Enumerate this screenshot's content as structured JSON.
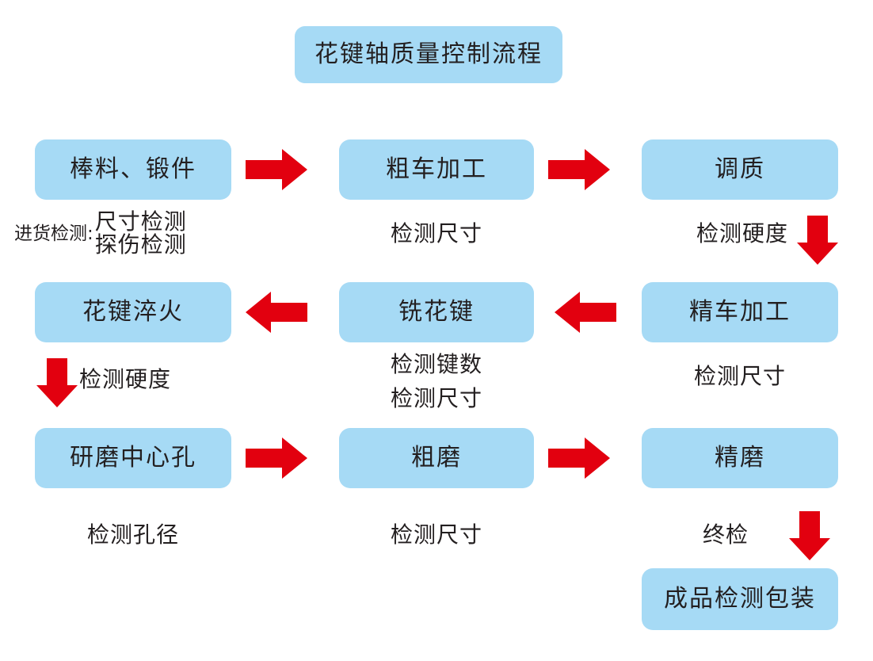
{
  "diagram": {
    "title": "花键轴质量控制流程",
    "background_color": "#ffffff",
    "node_color": "#a6daf5",
    "arrow_color": "#e2000f",
    "text_color": "#231f20"
  },
  "nodes": [
    {
      "id": "raw",
      "label": "棒料、锻件"
    },
    {
      "id": "rough-turn",
      "label": "粗车加工"
    },
    {
      "id": "temper",
      "label": "调质"
    },
    {
      "id": "quench",
      "label": "花键淬火"
    },
    {
      "id": "mill",
      "label": "铣花键"
    },
    {
      "id": "fine-turn",
      "label": "精车加工"
    },
    {
      "id": "center-hole",
      "label": "研磨中心孔"
    },
    {
      "id": "rough-grind",
      "label": "粗磨"
    },
    {
      "id": "fine-grind",
      "label": "精磨"
    },
    {
      "id": "final-pack",
      "label": "成品检测包装"
    }
  ],
  "captions": {
    "incoming_label": "进货检测:",
    "incoming_line1": "尺寸检测",
    "incoming_line2": "探伤检测",
    "rough_turn": "检测尺寸",
    "temper": "检测硬度",
    "quench": "检测硬度",
    "mill_line1": "检测键数",
    "mill_line2": "检测尺寸",
    "fine_turn": "检测尺寸",
    "center_hole": "检测孔径",
    "rough_grind": "检测尺寸",
    "fine_grind": "终检"
  },
  "arrows": [
    {
      "id": "raw-to-rough-turn",
      "direction": "right"
    },
    {
      "id": "rough-turn-to-temper",
      "direction": "right"
    },
    {
      "id": "temper-to-fine-turn",
      "direction": "down"
    },
    {
      "id": "fine-turn-to-mill",
      "direction": "left"
    },
    {
      "id": "mill-to-quench",
      "direction": "left"
    },
    {
      "id": "quench-to-center-hole",
      "direction": "down"
    },
    {
      "id": "center-hole-to-rough-grind",
      "direction": "right"
    },
    {
      "id": "rough-grind-to-fine-grind",
      "direction": "right"
    },
    {
      "id": "fine-grind-to-final-pack",
      "direction": "down"
    }
  ]
}
